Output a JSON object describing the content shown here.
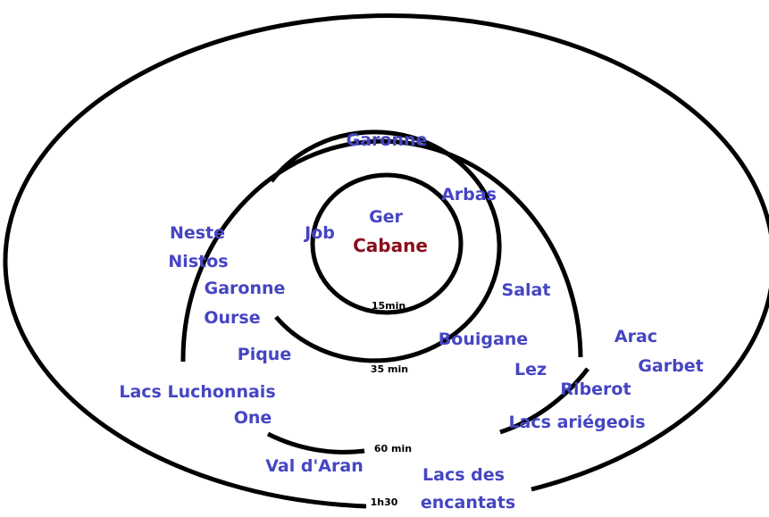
{
  "colors": {
    "ring": "#000000",
    "label": "#4545c4",
    "center": "#8a0f1c",
    "time": "#000000"
  },
  "center": {
    "line1": "Ger",
    "line2": "Cabane"
  },
  "rings": {
    "r15": {
      "time": "15min",
      "labels": {
        "job": "Job"
      }
    },
    "r35": {
      "time": "35 min",
      "labels": {
        "garonne": "Garonne",
        "arbas": "Arbas",
        "salat": "Salat",
        "bouigane": "Bouigane"
      }
    },
    "r60": {
      "time": "60 min",
      "labels": {
        "neste": "Neste",
        "nistos": "Nistos",
        "garonne": "Garonne",
        "ourse": "Ourse",
        "pique": "Pique",
        "lez": "Lez"
      }
    },
    "r90": {
      "time": "1h30",
      "labels": {
        "lacs_luchonnais": "Lacs Luchonnais",
        "one": "One",
        "val_aran": "Val d'Aran",
        "lacs_encantats_1": "Lacs des",
        "lacs_encantats_2": "encantats",
        "lacs_ariegeois": "Lacs ariégeois",
        "riberot": "Riberot",
        "arac": "Arac",
        "garbet": "Garbet"
      }
    }
  }
}
